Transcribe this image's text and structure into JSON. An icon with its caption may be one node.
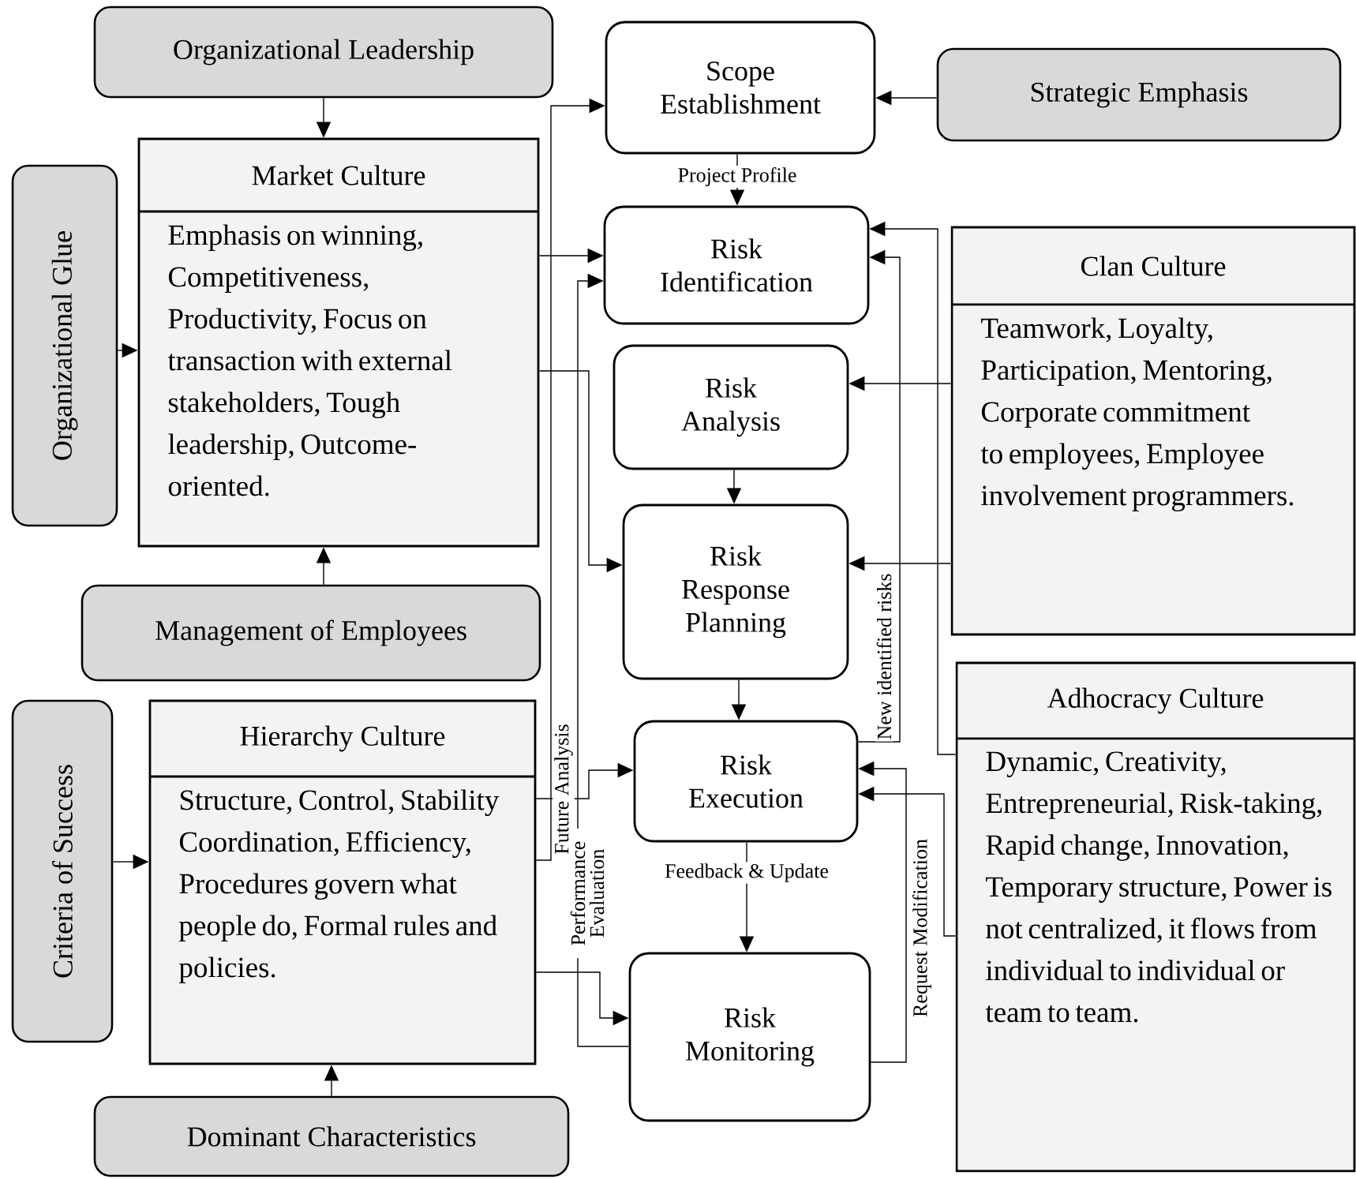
{
  "diagram": {
    "nodes": [
      {
        "text": [
          "Organizational Leadership"
        ]
      },
      {
        "text": [
          "Organizational Glue"
        ]
      },
      {
        "text": [
          "Market Culture",
          "Emphasis on winning, Competitiveness, Productivity, Focus on transaction with external stakeholders, Tough leadership, Outcome-oriented."
        ]
      },
      {
        "text": [
          "Management of Employees"
        ]
      },
      {
        "text": [
          "Criteria of Success"
        ]
      },
      {
        "text": [
          "Hierarchy Culture",
          "Structure, Control, Stability Coordination, Efficiency, Procedures govern what people do, Formal rules and policies."
        ]
      },
      {
        "text": [
          "Dominant Characteristics"
        ]
      },
      {
        "text": [
          "Scope Establishment"
        ]
      },
      {
        "text": [
          "Strategic Emphasis"
        ]
      },
      {
        "text": [
          "Risk Identification"
        ]
      },
      {
        "text": [
          "Risk Analysis"
        ]
      },
      {
        "text": [
          "Risk Response Planning"
        ]
      },
      {
        "text": [
          "Risk Execution"
        ]
      },
      {
        "text": [
          "Risk Monitoring"
        ]
      },
      {
        "text": [
          "Clan Culture",
          "Teamwork, Loyalty, Participation, Mentoring, Corporate commitment to employees, Employee involvement programmers."
        ]
      },
      {
        "text": [
          "Adhocracy Culture",
          "Dynamic, Creativity, Entrepreneurial, Risk-taking, Rapid change, Innovation, Temporary structure, Power is not centralized, it flows from individual to individual or team to team."
        ]
      }
    ],
    "edges": [
      {
        "from": 0,
        "to": 2,
        "arrow": "to"
      },
      {
        "from": 1,
        "to": 2,
        "arrow": "to"
      },
      {
        "from": 3,
        "to": 2,
        "arrow": "to"
      },
      {
        "from": 4,
        "to": 5,
        "arrow": "to"
      },
      {
        "from": 6,
        "to": 5,
        "arrow": "to"
      },
      {
        "from": 8,
        "to": 7,
        "arrow": "to"
      },
      {
        "from": 7,
        "to": 9,
        "arrow": "to",
        "label": "Project Profile"
      },
      {
        "from": 2,
        "to": 9,
        "arrow": "to"
      },
      {
        "from": 2,
        "to": 11,
        "arrow": "to"
      },
      {
        "from": 5,
        "to": 7,
        "arrow": "to",
        "label": "Future Analysis"
      },
      {
        "from": 10,
        "to": 11,
        "arrow": "to"
      },
      {
        "from": 11,
        "to": 12,
        "arrow": "to"
      },
      {
        "from": 12,
        "to": 13,
        "arrow": "to",
        "label": "Feedback & Update"
      },
      {
        "from": 5,
        "to": 12,
        "arrow": "to"
      },
      {
        "from": 5,
        "to": 13,
        "arrow": "to"
      },
      {
        "from": 13,
        "to": 9,
        "arrow": "to",
        "label": "Performance Evaluation"
      },
      {
        "from": 14,
        "to": 10,
        "arrow": "to"
      },
      {
        "from": 14,
        "to": 11,
        "arrow": "to"
      },
      {
        "from": 15,
        "to": 9,
        "arrow": "to"
      },
      {
        "from": 12,
        "to": 9,
        "arrow": "to",
        "label": "New identified risks"
      },
      {
        "from": 13,
        "to": 12,
        "arrow": "to",
        "label": "Request Modification"
      },
      {
        "from": 15,
        "to": 12,
        "arrow": "to"
      }
    ]
  }
}
